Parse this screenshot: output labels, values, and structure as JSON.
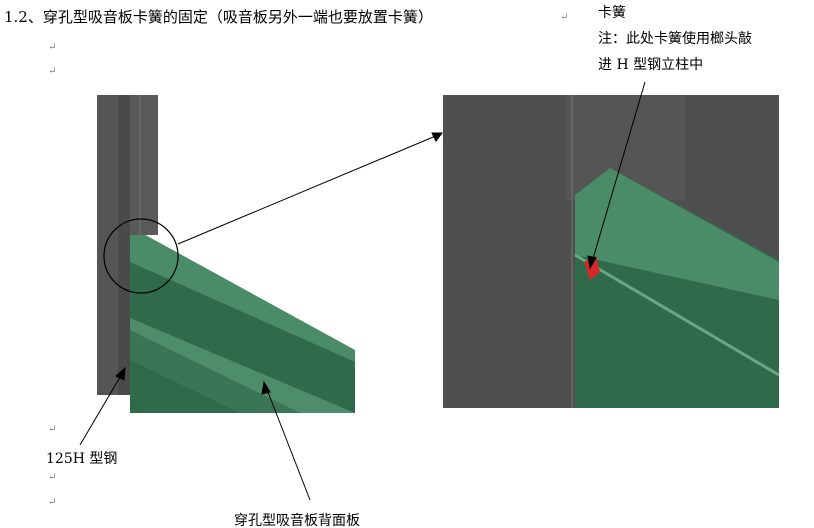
{
  "heading": "1.2、穿孔型吸音板卡簧的固定（吸音板另外一端也要放置卡簧）",
  "note_line1": "卡簧",
  "note_line2": "注：此处卡簧使用榔头敲",
  "note_line3": "进 H 型钢立柱中",
  "label_steel": "125H 型钢",
  "label_panel": "穿孔型吸音板背面板",
  "paragraph_mark": "↵"
}
